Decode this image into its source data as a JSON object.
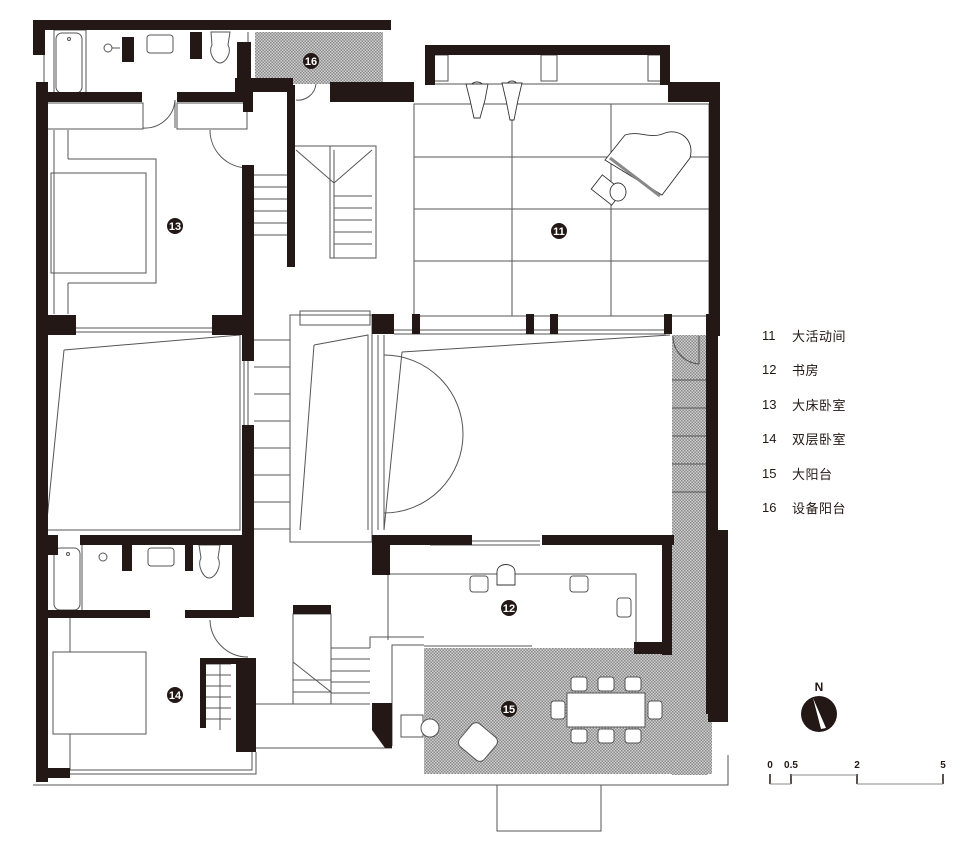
{
  "colors": {
    "wall": "#231815",
    "line": "#555555",
    "hatch": "#a8a8a8",
    "background": "#ffffff"
  },
  "rooms": [
    {
      "id": "11",
      "name": "大活动间"
    },
    {
      "id": "12",
      "name": "书房"
    },
    {
      "id": "13",
      "name": "大床卧室"
    },
    {
      "id": "14",
      "name": "双层卧室"
    },
    {
      "id": "15",
      "name": "大阳台"
    },
    {
      "id": "16",
      "name": "设备阳台"
    }
  ],
  "legend": [
    {
      "num": "11",
      "name": "大活动间"
    },
    {
      "num": "12",
      "name": "书房"
    },
    {
      "num": "13",
      "name": "大床卧室"
    },
    {
      "num": "14",
      "name": "双层卧室"
    },
    {
      "num": "15",
      "name": "大阳台"
    },
    {
      "num": "16",
      "name": "设备阳台"
    }
  ],
  "north_arrow": {
    "label": "N",
    "icon": "north-arrow-icon"
  },
  "scale_bar": {
    "ticks": [
      "0",
      "0.5",
      "2",
      "5"
    ]
  }
}
